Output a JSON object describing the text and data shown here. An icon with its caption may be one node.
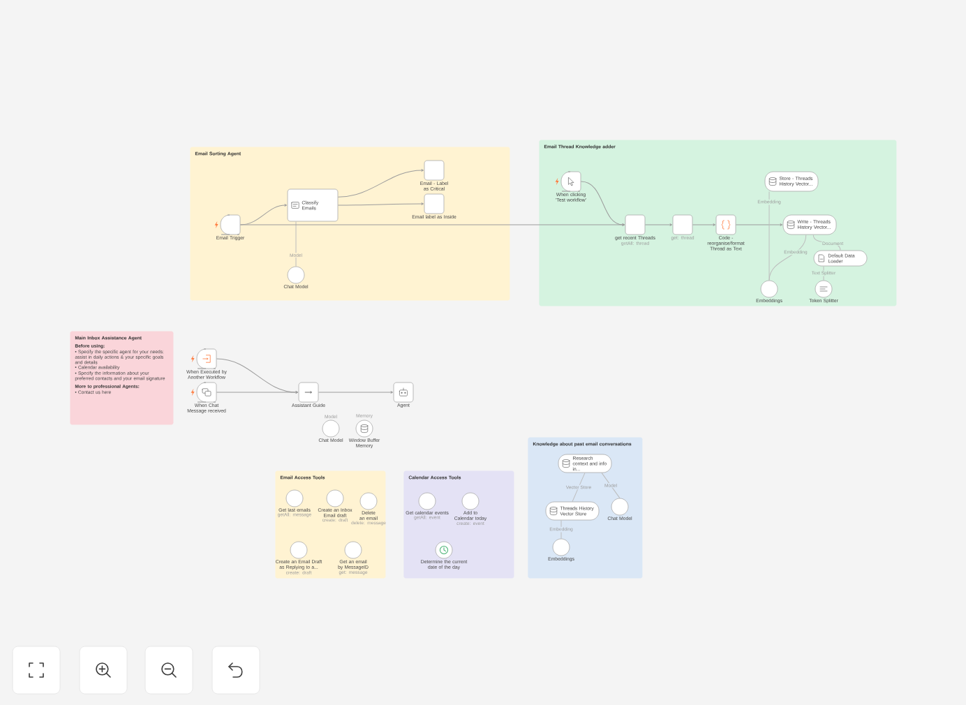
{
  "diagram": {
    "nodes": [
      {
        "text": [
          "Email Sorting Agent"
        ]
      },
      {
        "text": [
          "Email Trigger"
        ],
        "in": 0
      },
      {
        "text": [
          "Classify Emails"
        ],
        "in": 0
      },
      {
        "text": [
          "Email - Label as Critical"
        ],
        "in": 0
      },
      {
        "text": [
          "Email label as Inside"
        ],
        "in": 0
      },
      {
        "text": [
          "Chat Model"
        ],
        "in": 0
      },
      {
        "text": [
          "Email Thread Knowledge adder"
        ]
      },
      {
        "text": [
          "When clicking 'Test workflow'"
        ],
        "in": 6
      },
      {
        "text": [
          "get recent Threads"
        ],
        "beside": [
          "getAll: thread"
        ],
        "in": 6
      },
      {
        "text": [],
        "shape": "box",
        "beside": [
          "get: thread"
        ],
        "in": 6
      },
      {
        "text": [
          "Code - reorganise/format Thread as Text"
        ],
        "in": 6
      },
      {
        "text": [
          "Store - Threads History Vector..."
        ],
        "in": 6
      },
      {
        "text": [
          "Write - Threads History Vector..."
        ],
        "in": 6
      },
      {
        "text": [
          "Default Data Loader"
        ],
        "in": 6
      },
      {
        "text": [
          "Embeddings"
        ],
        "in": 6
      },
      {
        "text": [
          "Token Splitter"
        ],
        "in": 6
      },
      {
        "text": [
          "Main Inbox Assistance Agent",
          "Before using:",
          "• Specify the specific agent for your needs: assist in daily actions & your specific goals and details",
          "• Calendar availability",
          "• Specify the information about your preferred contacts and your email signature",
          "More to professional Agents:",
          "• Contact us here"
        ]
      },
      {
        "text": [
          "When Executed by Another Workflow"
        ]
      },
      {
        "text": [
          "When Chat Message received"
        ]
      },
      {
        "text": [
          "Assistant Guide"
        ]
      },
      {
        "text": [
          "Chat Model"
        ],
        "beside": [
          "Model"
        ]
      },
      {
        "text": [
          "Window Buffer Memory"
        ],
        "beside": [
          "Memory"
        ]
      },
      {
        "text": [
          "Agent"
        ]
      },
      {
        "text": [
          "Email Access Tools"
        ]
      },
      {
        "text": [
          "Get last emails"
        ],
        "beside": [
          "getAll: message"
        ],
        "in": 23
      },
      {
        "text": [
          "Create an Inbox Email draft"
        ],
        "beside": [
          "create: draft"
        ],
        "in": 23
      },
      {
        "text": [
          "Delete an email"
        ],
        "beside": [
          "delete: message"
        ],
        "in": 23
      },
      {
        "text": [
          "Create an Email Draft as Replying to a..."
        ],
        "beside": [
          "create: draft"
        ],
        "in": 23
      },
      {
        "text": [
          "Get an email by MessageID"
        ],
        "beside": [
          "get: message"
        ],
        "in": 23
      },
      {
        "text": [
          "Calendar Access Tools"
        ]
      },
      {
        "text": [
          "Get calendar events"
        ],
        "beside": [
          "getAll: event"
        ],
        "in": 29
      },
      {
        "text": [
          "Add to Calendar today"
        ],
        "beside": [
          "create: event"
        ],
        "in": 29
      },
      {
        "text": [
          "Determine the current date of the day"
        ],
        "in": 29
      },
      {
        "text": [
          "Knowledge about past email conversations"
        ]
      },
      {
        "text": [
          "Research context and info in..."
        ],
        "in": 33
      },
      {
        "text": [
          "Threads History Vector Store"
        ],
        "in": 33
      },
      {
        "text": [
          "Chat Model"
        ],
        "in": 33
      },
      {
        "text": [
          "Embeddings"
        ],
        "in": 33
      }
    ],
    "edges": [
      {
        "from": 1,
        "to": 2,
        "arrow": "to"
      },
      {
        "from": 2,
        "to": 3,
        "arrow": "to"
      },
      {
        "from": 2,
        "to": 4,
        "arrow": "to"
      },
      {
        "from": 5,
        "to": 2,
        "arrow": "none",
        "label": "Model",
        "color": "#bdbdbd"
      },
      {
        "from": 1,
        "to": 8,
        "arrow": "to"
      },
      {
        "from": 7,
        "to": 8,
        "arrow": "to"
      },
      {
        "from": 8,
        "to": 9,
        "arrow": "to"
      },
      {
        "from": 9,
        "to": 10,
        "arrow": "to"
      },
      {
        "from": 10,
        "to": 12,
        "arrow": "to"
      },
      {
        "from": 14,
        "to": 11,
        "arrow": "none",
        "label": "Embedding",
        "color": "#bdbdbd"
      },
      {
        "from": 14,
        "to": 12,
        "arrow": "none",
        "label": "Embedding",
        "color": "#bdbdbd"
      },
      {
        "from": 13,
        "to": 12,
        "arrow": "none",
        "label": "Document",
        "color": "#bdbdbd"
      },
      {
        "from": 15,
        "to": 13,
        "arrow": "none",
        "label": "Text Splitter",
        "color": "#bdbdbd"
      },
      {
        "from": 17,
        "to": 19,
        "arrow": "to"
      },
      {
        "from": 18,
        "to": 19,
        "arrow": "to"
      },
      {
        "from": 19,
        "to": 22,
        "arrow": "to"
      },
      {
        "from": 35,
        "to": 34,
        "arrow": "none",
        "label": "Vector Store",
        "color": "#bdbdbd"
      },
      {
        "from": 36,
        "to": 34,
        "arrow": "none",
        "label": "Model",
        "color": "#bdbdbd"
      },
      {
        "from": 37,
        "to": 35,
        "arrow": "none",
        "label": "Embedding",
        "color": "#bdbdbd"
      }
    ]
  }
}
